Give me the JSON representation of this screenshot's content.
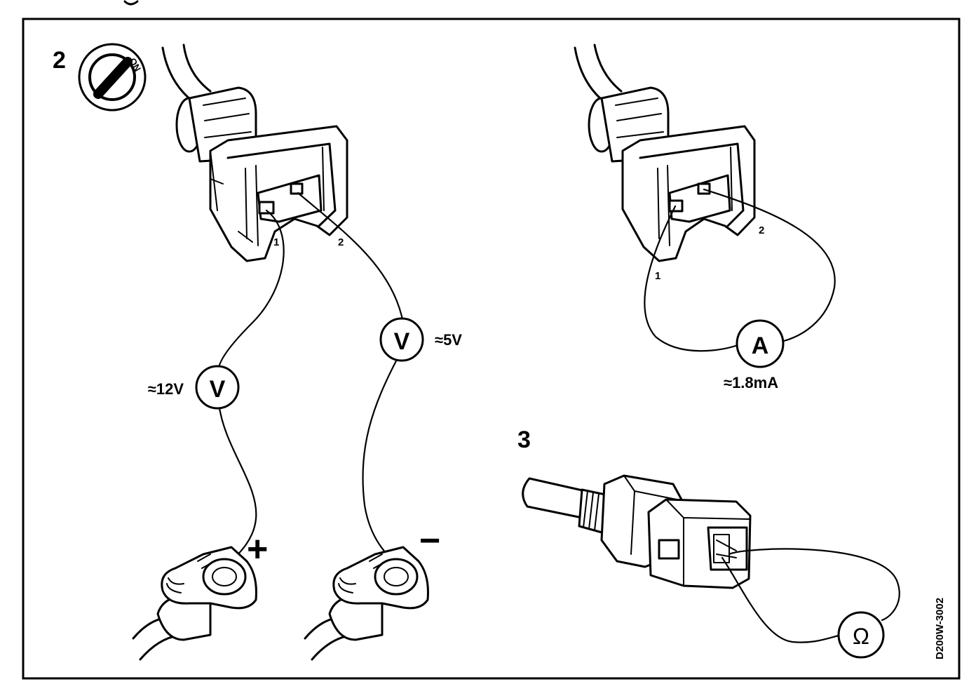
{
  "figure": {
    "id_code": "D200W-3002",
    "panels": [
      {
        "number": "2",
        "ignition_label": "ON",
        "pins": [
          "1",
          "2"
        ],
        "meters": [
          {
            "symbol": "V",
            "reading": "≈12V"
          },
          {
            "symbol": "V",
            "reading": "≈5V"
          }
        ],
        "battery": {
          "positive": "+",
          "negative": "−"
        }
      },
      {
        "pins": [
          "1",
          "2"
        ],
        "meters": [
          {
            "symbol": "A",
            "reading": "≈1.8mA"
          }
        ]
      },
      {
        "number": "3",
        "meters": [
          {
            "symbol": "Ω"
          }
        ]
      }
    ]
  }
}
